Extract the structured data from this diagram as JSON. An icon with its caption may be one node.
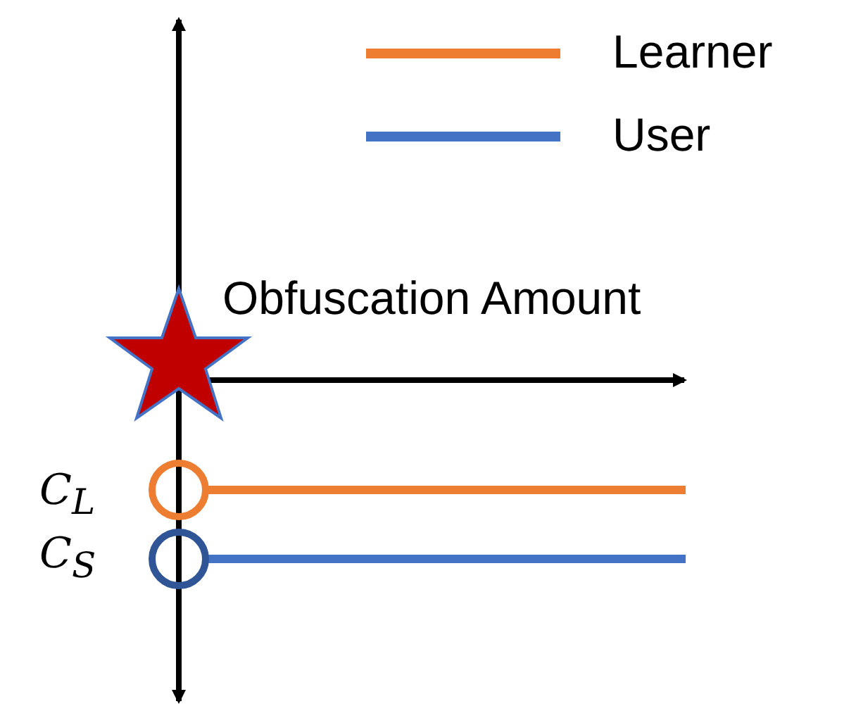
{
  "diagram": {
    "nodes": [
      {
        "text": [],
        "shape": "star"
      }
    ],
    "labels": [
      "Obfuscation Amount",
      "C$_{L}$",
      "C$_{S}$"
    ],
    "legend": [
      {
        "text": "Learner",
        "color": "#ed7d31"
      },
      {
        "text": "User",
        "color": "#4472c4"
      }
    ]
  }
}
